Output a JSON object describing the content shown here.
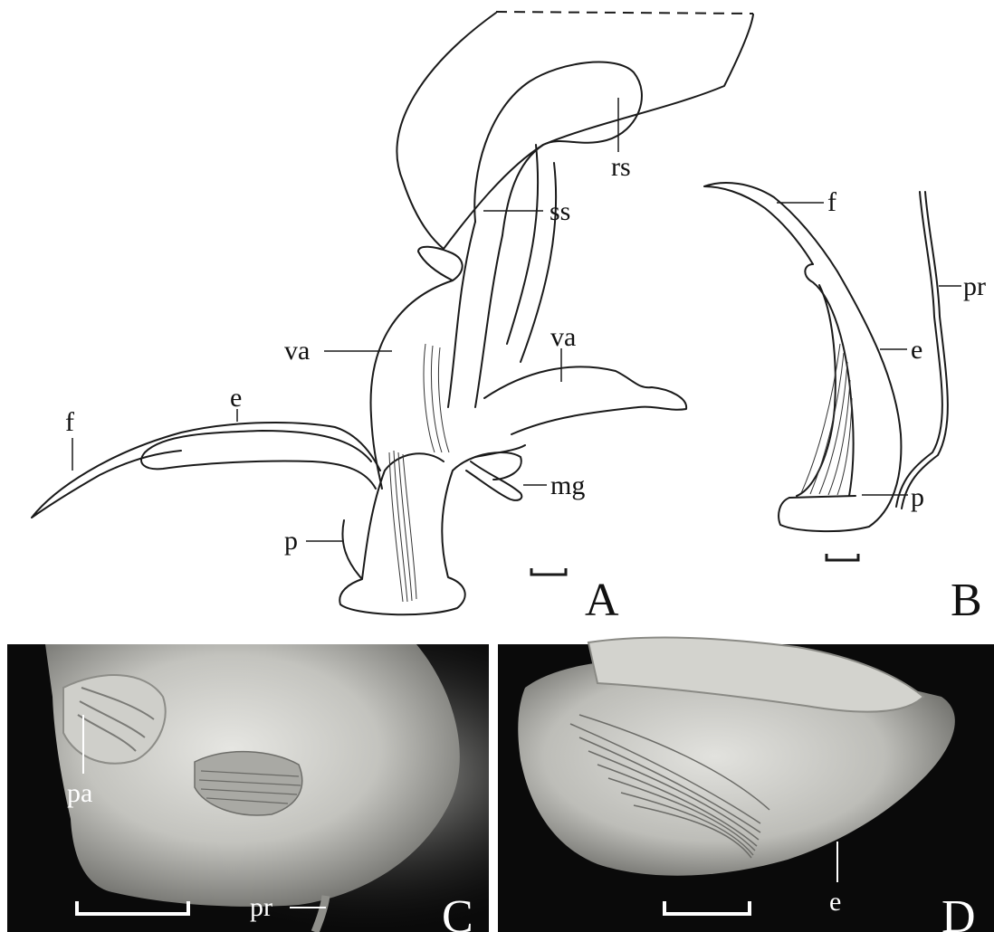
{
  "panels": {
    "A": {
      "letter": "A",
      "labels": {
        "rs": "rs",
        "ss": "ss",
        "va_left": "va",
        "va_right": "va",
        "e": "e",
        "f": "f",
        "mg": "mg",
        "p": "p"
      }
    },
    "B": {
      "letter": "B",
      "labels": {
        "f": "f",
        "pr": "pr",
        "e": "e",
        "p": "p"
      }
    },
    "C": {
      "letter": "C",
      "labels": {
        "pa": "pa",
        "pr": "pr"
      }
    },
    "D": {
      "letter": "D",
      "labels": {
        "e": "e"
      }
    }
  },
  "colors": {
    "ink": "#1a1a1a",
    "photo_background": "#0a0a0a",
    "tissue": "#c9c9c4"
  }
}
